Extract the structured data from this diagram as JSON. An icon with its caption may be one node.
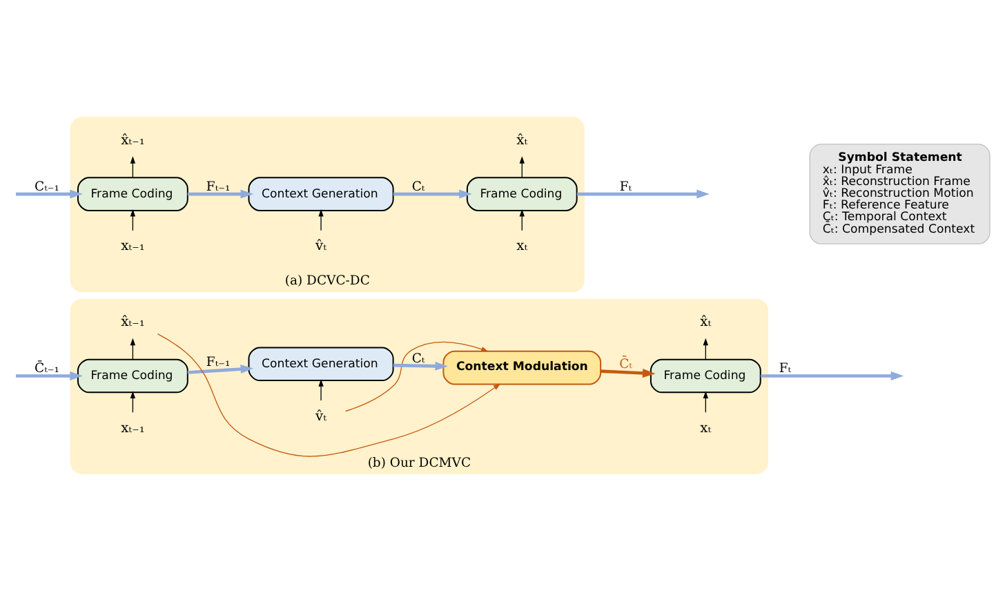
{
  "diagram": {
    "nodes": [
      {
        "text": [],
        "shape": "box",
        "beside": [
          "(a) DCVC-DC"
        ]
      },
      {
        "text": [
          "xₜ₋₁"
        ],
        "in": 0
      },
      {
        "text": [
          "v̂ₜ"
        ],
        "in": 0
      },
      {
        "text": [
          "xₜ"
        ],
        "in": 0
      },
      {
        "text": [
          "Frame Coding"
        ],
        "in": 0
      },
      {
        "text": [
          "Context Generation"
        ],
        "in": 0
      },
      {
        "text": [
          "Frame Coding"
        ],
        "in": 0
      },
      {
        "text": [
          "x̂ₜ₋₁"
        ],
        "in": 0
      },
      {
        "text": [
          "x̂ₜ"
        ],
        "in": 0
      },
      {
        "text": [
          "Symbol Statement",
          "xₜ: Input Frame",
          "x̂ₜ: Reconstruction Frame",
          "v̂ₜ: Reconstruction Motion",
          "Fₜ: Reference Feature",
          "Cₜ: Temporal Context",
          "C̄ₜ: Compensated Context"
        ]
      },
      {
        "text": [],
        "shape": "box",
        "beside": [
          "(b) Our DCMVC"
        ]
      },
      {
        "text": [
          "xₜ₋₁"
        ],
        "in": 10
      },
      {
        "text": [
          "v̂ₜ"
        ],
        "in": 10
      },
      {
        "text": [
          "xₜ"
        ],
        "in": 10
      },
      {
        "text": [
          "Frame Coding"
        ],
        "in": 10
      },
      {
        "text": [
          "Context Generation"
        ],
        "in": 10
      },
      {
        "text": [
          "Context Modulation"
        ],
        "in": 10
      },
      {
        "text": [
          "Frame Coding"
        ],
        "in": 10
      },
      {
        "text": [
          "x̂ₜ₋₁"
        ],
        "in": 10
      },
      {
        "text": [
          "x̂ₜ"
        ],
        "in": 10
      }
    ],
    "edges": [
      {
        "from": null,
        "to": 4,
        "arrow": "to",
        "label": "Cₜ₋₁",
        "style": "thick",
        "color": "#8faadc"
      },
      {
        "from": 1,
        "to": 4,
        "arrow": "to"
      },
      {
        "from": 2,
        "to": 5,
        "arrow": "to"
      },
      {
        "from": 3,
        "to": 6,
        "arrow": "to"
      },
      {
        "from": 4,
        "to": 5,
        "arrow": "to",
        "label": "Fₜ₋₁",
        "style": "thick",
        "color": "#8faadc"
      },
      {
        "from": 5,
        "to": 6,
        "arrow": "to",
        "label": "Cₜ",
        "style": "thick",
        "color": "#8faadc"
      },
      {
        "from": 6,
        "to": null,
        "arrow": "to",
        "label": "Fₜ",
        "style": "thick",
        "color": "#8faadc"
      },
      {
        "from": 4,
        "to": 7,
        "arrow": "to"
      },
      {
        "from": 6,
        "to": 8,
        "arrow": "to"
      },
      {
        "from": null,
        "to": 14,
        "arrow": "to",
        "label": "C̄ₜ₋₁",
        "style": "thick",
        "color": "#8faadc"
      },
      {
        "from": 11,
        "to": 14,
        "arrow": "to"
      },
      {
        "from": 12,
        "to": 15,
        "arrow": "to"
      },
      {
        "from": 13,
        "to": 17,
        "arrow": "to"
      },
      {
        "from": 14,
        "to": 15,
        "arrow": "to",
        "label": "Fₜ₋₁",
        "style": "thick",
        "color": "#8faadc"
      },
      {
        "from": 15,
        "to": 16,
        "arrow": "to",
        "label": "Cₜ",
        "style": "thick",
        "color": "#8faadc"
      },
      {
        "from": 12,
        "to": 16,
        "arrow": "to",
        "color": "#c55a11"
      },
      {
        "from": 18,
        "to": 16,
        "arrow": "to",
        "color": "#c55a11"
      },
      {
        "from": 16,
        "to": 17,
        "arrow": "to",
        "label": "C̄ₜ",
        "style": "thick",
        "color": "#c55a11"
      },
      {
        "from": 17,
        "to": null,
        "arrow": "to",
        "label": "Fₜ",
        "style": "thick",
        "color": "#8faadc"
      },
      {
        "from": 14,
        "to": 18,
        "arrow": "to"
      },
      {
        "from": 17,
        "to": 19,
        "arrow": "to"
      }
    ]
  }
}
